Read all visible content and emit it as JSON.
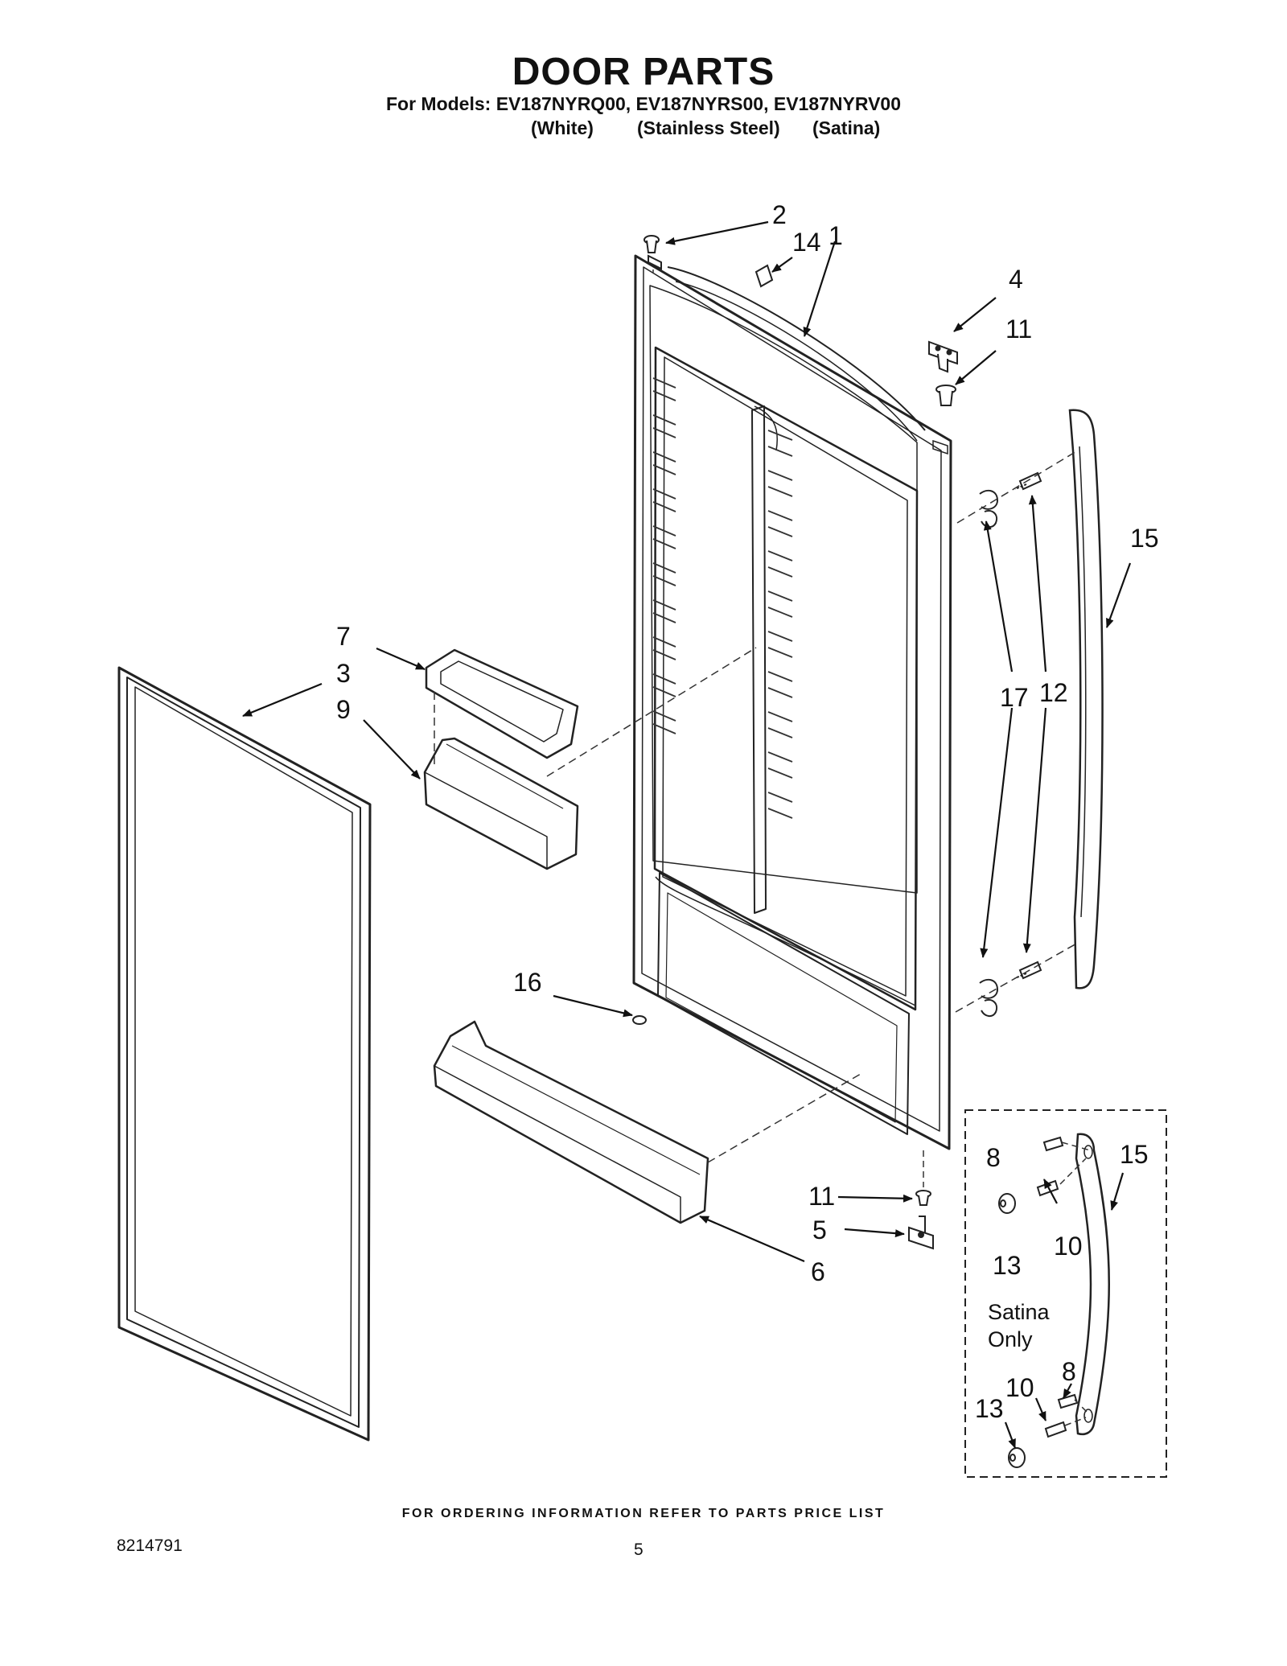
{
  "header": {
    "title": "DOOR PARTS",
    "models_line": "For Models: EV187NYRQ00, EV187NYRS00, EV187NYRV00",
    "finish_white": "(White)",
    "finish_stainless": "(Stainless Steel)",
    "finish_satina": "(Satina)"
  },
  "callouts": {
    "c1": "1",
    "c2": "2",
    "c3": "3",
    "c4": "4",
    "c5": "5",
    "c6": "6",
    "c7": "7",
    "c9": "9",
    "c11a": "11",
    "c11b": "11",
    "c12": "12",
    "c14": "14",
    "c15a": "15",
    "c15b": "15",
    "c16": "16",
    "c17": "17",
    "c8a": "8",
    "c8b": "8",
    "c10a": "10",
    "c10b": "10",
    "c13a": "13",
    "c13b": "13"
  },
  "inset": {
    "note_line1": "Satina",
    "note_line2": "Only"
  },
  "footer": {
    "ordering_info": "FOR ORDERING INFORMATION REFER TO PARTS PRICE LIST",
    "doc_number": "8214791",
    "page_number": "5"
  }
}
